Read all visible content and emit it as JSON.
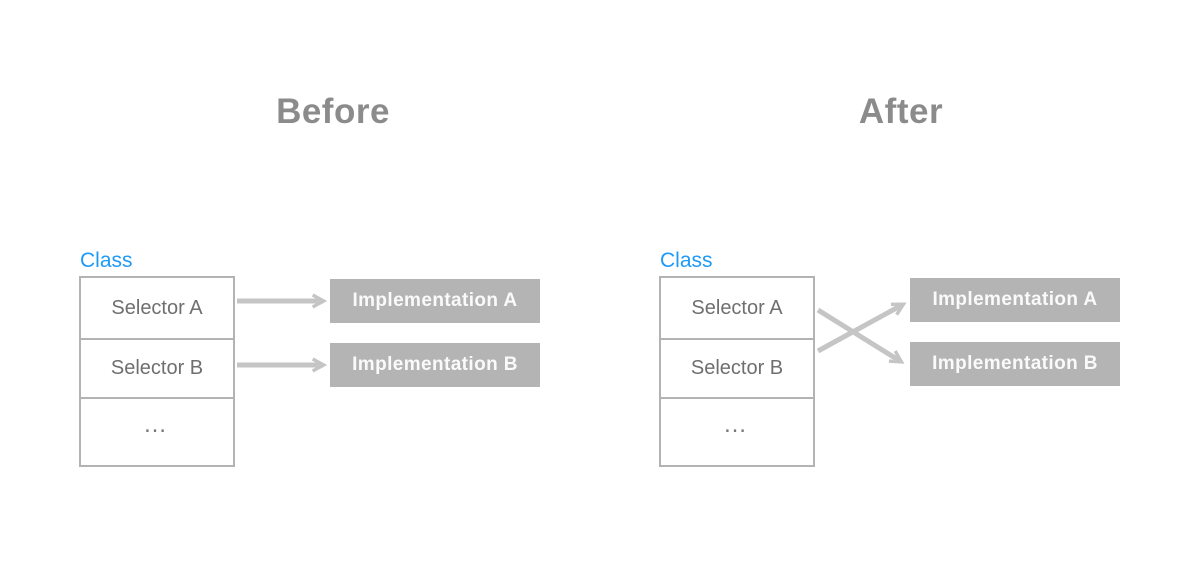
{
  "colors": {
    "title_gray": "#8b8b8b",
    "class_blue": "#1e9af7",
    "impl_box_gray": "#b4b4b4",
    "impl_text": "#fafafa",
    "border_gray": "#b3b3b3",
    "arrow_gray": "#c5c5c5",
    "selector_text_gray": "#6f6f6f"
  },
  "panels": [
    {
      "title": "Before",
      "class_label": "Class",
      "selectors": [
        "Selector A",
        "Selector B",
        "…"
      ],
      "implementations": [
        "Implementation A",
        "Implementation B"
      ],
      "arrow_mapping": "straight",
      "connections": [
        {
          "from": "Selector A",
          "to": "Implementation A"
        },
        {
          "from": "Selector B",
          "to": "Implementation B"
        }
      ]
    },
    {
      "title": "After",
      "class_label": "Class",
      "selectors": [
        "Selector A",
        "Selector B",
        "…"
      ],
      "implementations": [
        "Implementation A",
        "Implementation B"
      ],
      "arrow_mapping": "crossed",
      "connections": [
        {
          "from": "Selector A",
          "to": "Implementation B"
        },
        {
          "from": "Selector B",
          "to": "Implementation A"
        }
      ]
    }
  ]
}
